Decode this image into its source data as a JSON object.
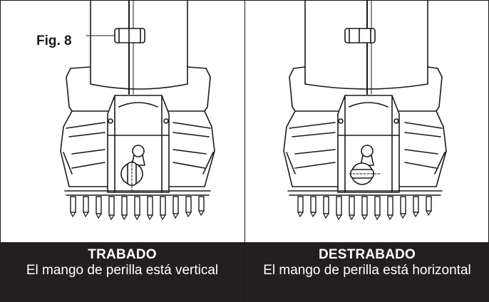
{
  "figure": {
    "label": "Fig. 8"
  },
  "panels": [
    {
      "id": "locked",
      "state": "TRABADO",
      "description": "El mango de perilla está vertical",
      "knob_orientation": "vertical"
    },
    {
      "id": "unlocked",
      "state": "DESTRABADO",
      "description": "El mango de perilla está horizontal",
      "knob_orientation": "horizontal"
    }
  ],
  "colors": {
    "caption_bg": "#231f20",
    "caption_text": "#ffffff",
    "line": "#1a1a1a"
  }
}
